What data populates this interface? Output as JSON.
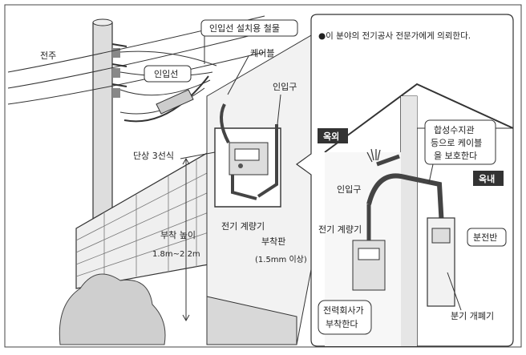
{
  "labels": {
    "pole": "전주",
    "service_wire": "인입선",
    "service_hardware": "인입선 설치용 철물",
    "cable": "케이블",
    "entrance_top": "인입구",
    "single_phase": "단상 3선식",
    "meter_main": "전기 계량기",
    "mount_board": "부착판",
    "mount_board_spec": "(1.5mm 이상)",
    "mount_height": "부착 높이",
    "mount_height_range": "1.8m~2.2m"
  },
  "inset": {
    "note": "●이 분야의 전기공사 전문가에게 의뢰한다.",
    "outdoor": "옥외",
    "indoor": "옥내",
    "conduit_line1": "합성수지관",
    "conduit_line2": "등으로 케이블",
    "conduit_line3": "을 보호한다",
    "entrance": "인입구",
    "meter": "전기 계량기",
    "distribution_board": "분전반",
    "power_company_line1": "전력회사가",
    "power_company_line2": "부착한다",
    "branch_switch": "분기 개폐기"
  }
}
